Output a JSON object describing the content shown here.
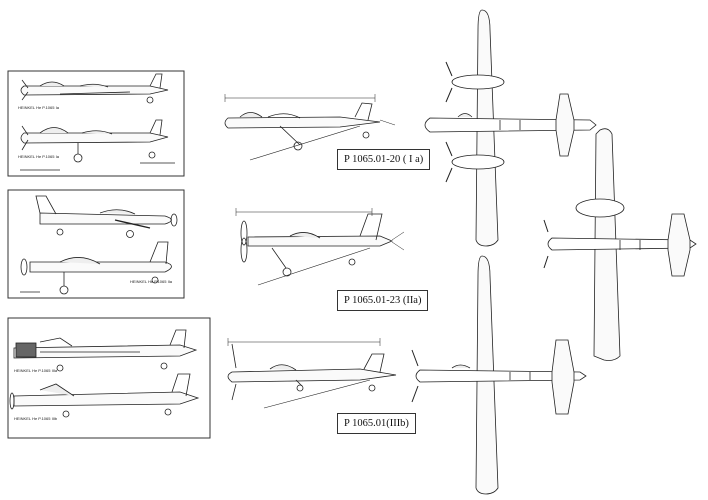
{
  "labels": {
    "variant_1": "P 1065.01-20 ( I a)",
    "variant_2": "P 1065.01-23 (IIa)",
    "variant_3": "P 1065.01(IIIb)"
  },
  "panel_captions": {
    "panel_1_top": "HEINKEL He P.1065 Ia",
    "panel_1_bottom": "HEINKEL He P.1065 Ia",
    "panel_2": "HEINKEL He P.1065 IIa",
    "panel_3_top": "HEINKEL He P.1065 IIIa",
    "panel_3_bottom": "HEINKEL He P.1065 IIIb"
  },
  "colors": {
    "ink": "#222222",
    "paper": "#ffffff",
    "frame": "#333333"
  }
}
